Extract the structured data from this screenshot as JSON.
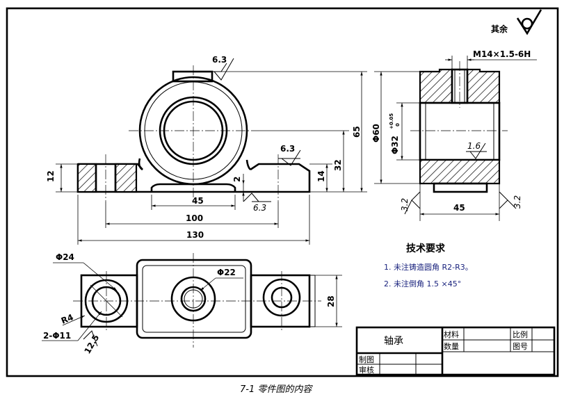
{
  "figure": {
    "caption": "7-1 零件图的内容"
  },
  "surface_finish": {
    "general_label": "其余",
    "top": "6.3",
    "base_top": "6.3",
    "base_bottom": "6.3",
    "bore": "1.6",
    "left_face": "3.2",
    "right_face": "3.2"
  },
  "dimensions": {
    "thread": "M14×1.5-6H",
    "width_45": "45",
    "width_100": "100",
    "width_130": "130",
    "height_12": "12",
    "height_2": "2",
    "height_14": "14",
    "height_32": "32",
    "height_65": "65",
    "outer_dia": "Φ60",
    "bore_dia": "Φ32",
    "bore_tol_upper": "+0.05",
    "bore_tol_lower": "0",
    "side_width": "45",
    "dia_24": "Φ24",
    "dia_22": "Φ22",
    "radius_4": "R4",
    "holes": "2-Φ11",
    "depth_28": "28",
    "val_12_5": "12.5"
  },
  "tech_requirements": {
    "heading": "技术要求",
    "items": [
      "1. 未注铸造圆角 R2-R3。",
      "2. 未注倒角 1.5 ×45°"
    ]
  },
  "title_block": {
    "part_name": "轴承",
    "material_label": "材料",
    "scale_label": "比例",
    "quantity_label": "数量",
    "drawing_no_label": "图号",
    "drawn_label": "制图",
    "checked_label": "审核"
  }
}
